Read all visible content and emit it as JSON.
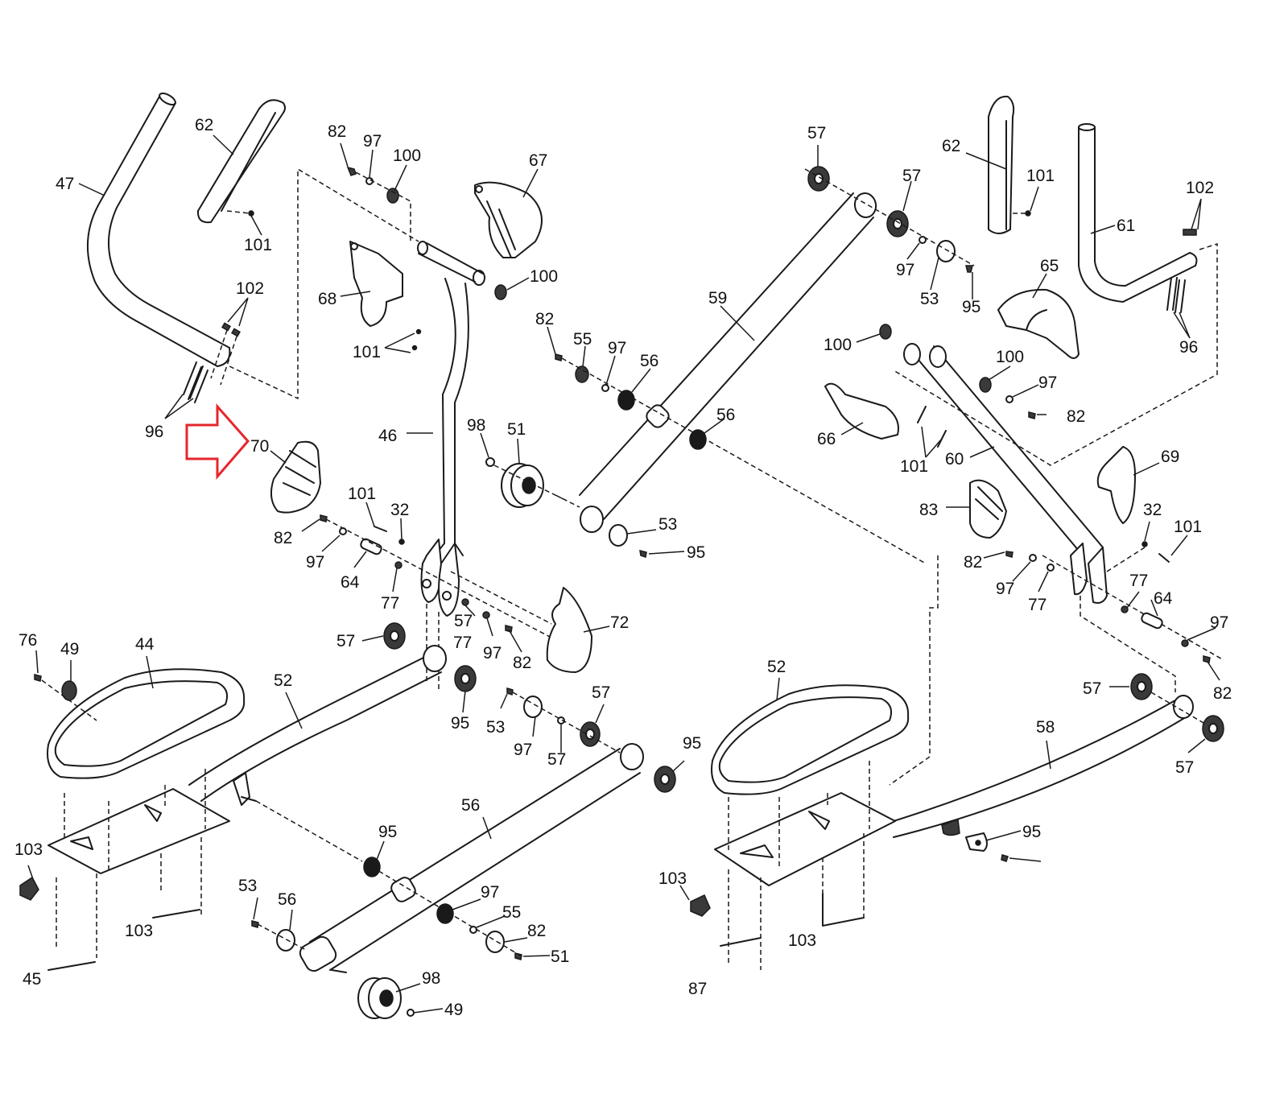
{
  "diagram": {
    "title": "Exploded parts diagram (elliptical trainer arms, pedals and linkages)",
    "highlight": {
      "part_number": "70",
      "indicator": "red-outline-arrow",
      "color": "#e5262c"
    },
    "ink_color": "#1a1a1a",
    "labels": [
      {
        "id": "l47",
        "text": "47"
      },
      {
        "id": "l62a",
        "text": "62"
      },
      {
        "id": "l101a",
        "text": "101"
      },
      {
        "id": "l102a",
        "text": "102"
      },
      {
        "id": "l96a",
        "text": "96"
      },
      {
        "id": "l70",
        "text": "70"
      },
      {
        "id": "l82a",
        "text": "82"
      },
      {
        "id": "l97a",
        "text": "97"
      },
      {
        "id": "l100a",
        "text": "100"
      },
      {
        "id": "l67",
        "text": "67"
      },
      {
        "id": "l68",
        "text": "68"
      },
      {
        "id": "l100b",
        "text": "100"
      },
      {
        "id": "l101b",
        "text": "101"
      },
      {
        "id": "l46",
        "text": "46"
      },
      {
        "id": "l101c",
        "text": "101"
      },
      {
        "id": "l32a",
        "text": "32"
      },
      {
        "id": "l82b",
        "text": "82"
      },
      {
        "id": "l97b",
        "text": "97"
      },
      {
        "id": "l64a",
        "text": "64"
      },
      {
        "id": "l77a",
        "text": "77"
      },
      {
        "id": "l98a",
        "text": "98"
      },
      {
        "id": "l51a",
        "text": "51"
      },
      {
        "id": "l82c",
        "text": "82"
      },
      {
        "id": "l55a",
        "text": "55"
      },
      {
        "id": "l97c",
        "text": "97"
      },
      {
        "id": "l56a",
        "text": "56"
      },
      {
        "id": "l59",
        "text": "59"
      },
      {
        "id": "l56b",
        "text": "56"
      },
      {
        "id": "l53a",
        "text": "53"
      },
      {
        "id": "l95a",
        "text": "95"
      },
      {
        "id": "l57a",
        "text": "57"
      },
      {
        "id": "l57b",
        "text": "57"
      },
      {
        "id": "l97d",
        "text": "97"
      },
      {
        "id": "l53b",
        "text": "53"
      },
      {
        "id": "l95b",
        "text": "95"
      },
      {
        "id": "l62b",
        "text": "62"
      },
      {
        "id": "l101d",
        "text": "101"
      },
      {
        "id": "l61",
        "text": "61"
      },
      {
        "id": "l102b",
        "text": "102"
      },
      {
        "id": "l96b",
        "text": "96"
      },
      {
        "id": "l65",
        "text": "65"
      },
      {
        "id": "l100c",
        "text": "100"
      },
      {
        "id": "l100d",
        "text": "100"
      },
      {
        "id": "l97e",
        "text": "97"
      },
      {
        "id": "l82d",
        "text": "82"
      },
      {
        "id": "l66",
        "text": "66"
      },
      {
        "id": "l101e",
        "text": "101"
      },
      {
        "id": "l60",
        "text": "60"
      },
      {
        "id": "l69",
        "text": "69"
      },
      {
        "id": "l83",
        "text": "83"
      },
      {
        "id": "l32b",
        "text": "32"
      },
      {
        "id": "l101f",
        "text": "101"
      },
      {
        "id": "l82e",
        "text": "82"
      },
      {
        "id": "l97f",
        "text": "97"
      },
      {
        "id": "l77b",
        "text": "77"
      },
      {
        "id": "l77c",
        "text": "77"
      },
      {
        "id": "l64b",
        "text": "64"
      },
      {
        "id": "l97g",
        "text": "97"
      },
      {
        "id": "l82f",
        "text": "82"
      },
      {
        "id": "l57c",
        "text": "57"
      },
      {
        "id": "l57d",
        "text": "57"
      },
      {
        "id": "l58",
        "text": "58"
      },
      {
        "id": "l57e",
        "text": "57"
      },
      {
        "id": "l77d",
        "text": "77"
      },
      {
        "id": "l97h",
        "text": "97"
      },
      {
        "id": "l82g",
        "text": "82"
      },
      {
        "id": "l72",
        "text": "72"
      },
      {
        "id": "l57f",
        "text": "57"
      },
      {
        "id": "l95c",
        "text": "95"
      },
      {
        "id": "l53c",
        "text": "53"
      },
      {
        "id": "l97i",
        "text": "97"
      },
      {
        "id": "l57g",
        "text": "57"
      },
      {
        "id": "l57h",
        "text": "57"
      },
      {
        "id": "l95d",
        "text": "95"
      },
      {
        "id": "l76",
        "text": "76"
      },
      {
        "id": "l49a",
        "text": "49"
      },
      {
        "id": "l44",
        "text": "44"
      },
      {
        "id": "l52a",
        "text": "52"
      },
      {
        "id": "l103a",
        "text": "103"
      },
      {
        "id": "l103b",
        "text": "103"
      },
      {
        "id": "l45",
        "text": "45"
      },
      {
        "id": "l56c",
        "text": "56"
      },
      {
        "id": "l95e",
        "text": "95"
      },
      {
        "id": "l53d",
        "text": "53"
      },
      {
        "id": "l56d",
        "text": "56"
      },
      {
        "id": "l97j",
        "text": "97"
      },
      {
        "id": "l55b",
        "text": "55"
      },
      {
        "id": "l82h",
        "text": "82"
      },
      {
        "id": "l51b",
        "text": "51"
      },
      {
        "id": "l98b",
        "text": "98"
      },
      {
        "id": "l49b",
        "text": "49"
      },
      {
        "id": "l52b",
        "text": "52"
      },
      {
        "id": "l103c",
        "text": "103"
      },
      {
        "id": "l103d",
        "text": "103"
      },
      {
        "id": "l87",
        "text": "87"
      },
      {
        "id": "l95f",
        "text": "95"
      }
    ]
  }
}
